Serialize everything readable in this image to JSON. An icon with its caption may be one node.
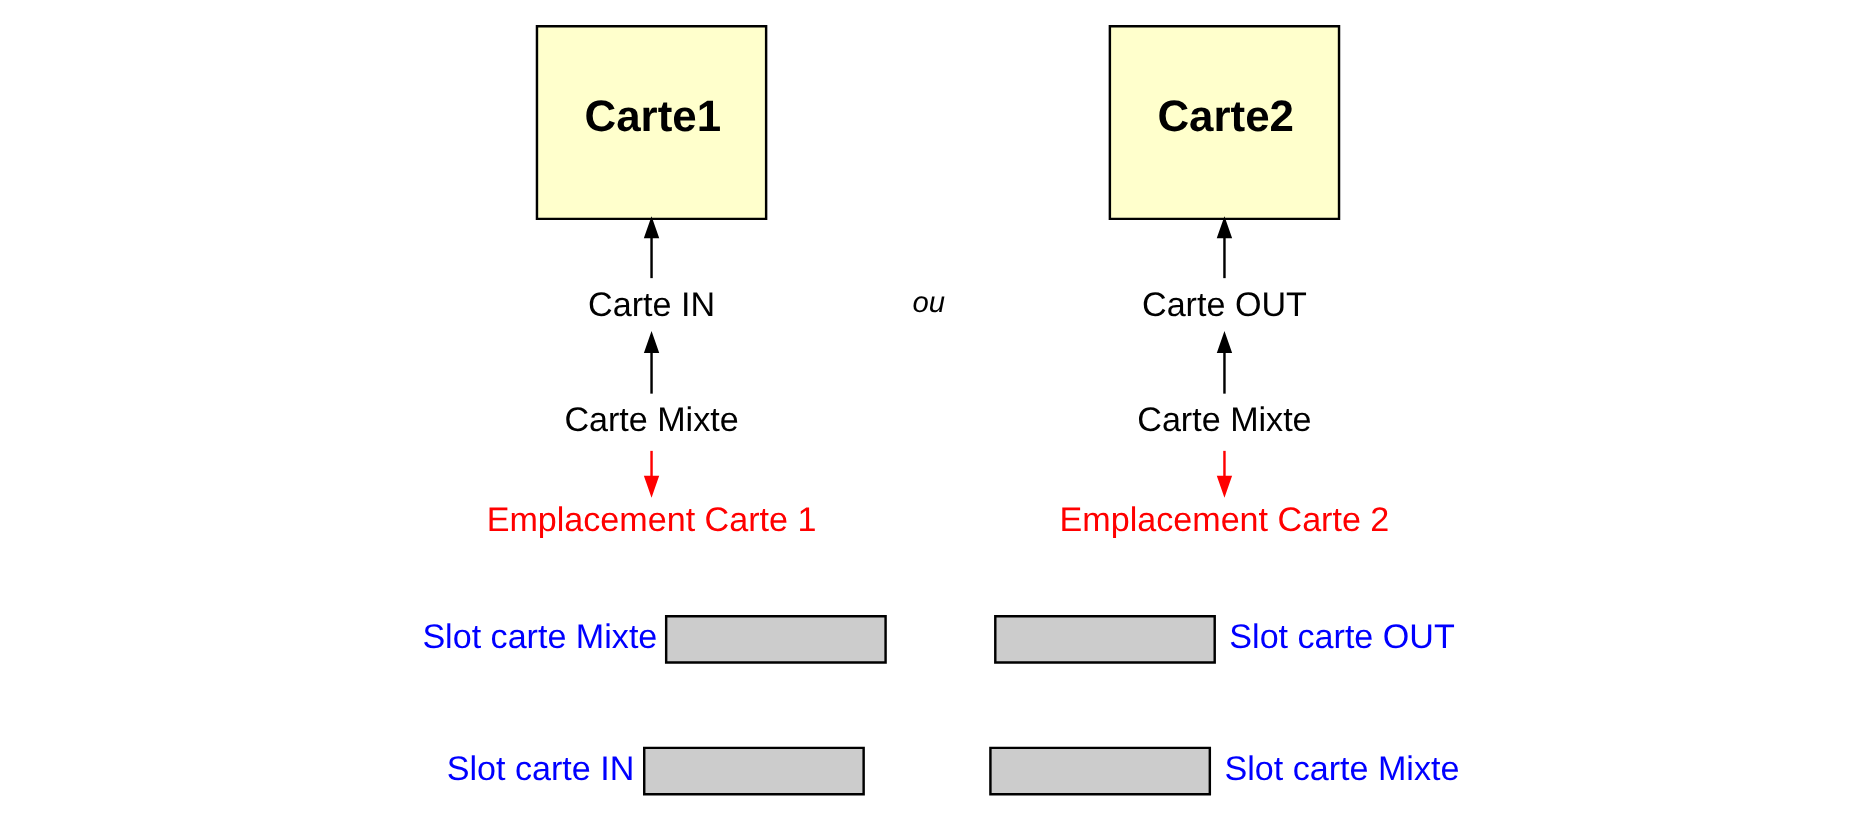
{
  "diagram": {
    "nodes": [
      {
        "text": [
          "Carte1"
        ]
      },
      {
        "text": [
          "Carte2"
        ]
      },
      {
        "text": [
          "Carte IN"
        ]
      },
      {
        "text": [
          "Carte OUT"
        ]
      },
      {
        "text": [
          "Carte Mixte"
        ]
      },
      {
        "text": [
          "Carte Mixte"
        ]
      },
      {
        "text": [
          "Emplacement Carte 1"
        ]
      },
      {
        "text": [
          "Emplacement Carte 2"
        ]
      },
      {
        "text": [],
        "shape": "bar",
        "beside": [
          "Slot carte Mixte"
        ]
      },
      {
        "text": [],
        "shape": "bar",
        "beside": [
          "Slot carte OUT"
        ]
      },
      {
        "text": [],
        "shape": "bar",
        "beside": [
          "Slot carte IN"
        ]
      },
      {
        "text": [],
        "shape": "bar",
        "beside": [
          "Slot carte Mixte"
        ]
      }
    ],
    "edges": [
      {
        "from": 2,
        "to": 0,
        "arrow": "to"
      },
      {
        "from": 4,
        "to": 2,
        "arrow": "to"
      },
      {
        "from": 4,
        "to": 6,
        "arrow": "to",
        "color": "#ff0000"
      },
      {
        "from": 3,
        "to": 1,
        "arrow": "to"
      },
      {
        "from": 5,
        "to": 3,
        "arrow": "to"
      },
      {
        "from": 5,
        "to": 7,
        "arrow": "to",
        "color": "#ff0000"
      }
    ],
    "labels": [
      "ou"
    ]
  }
}
